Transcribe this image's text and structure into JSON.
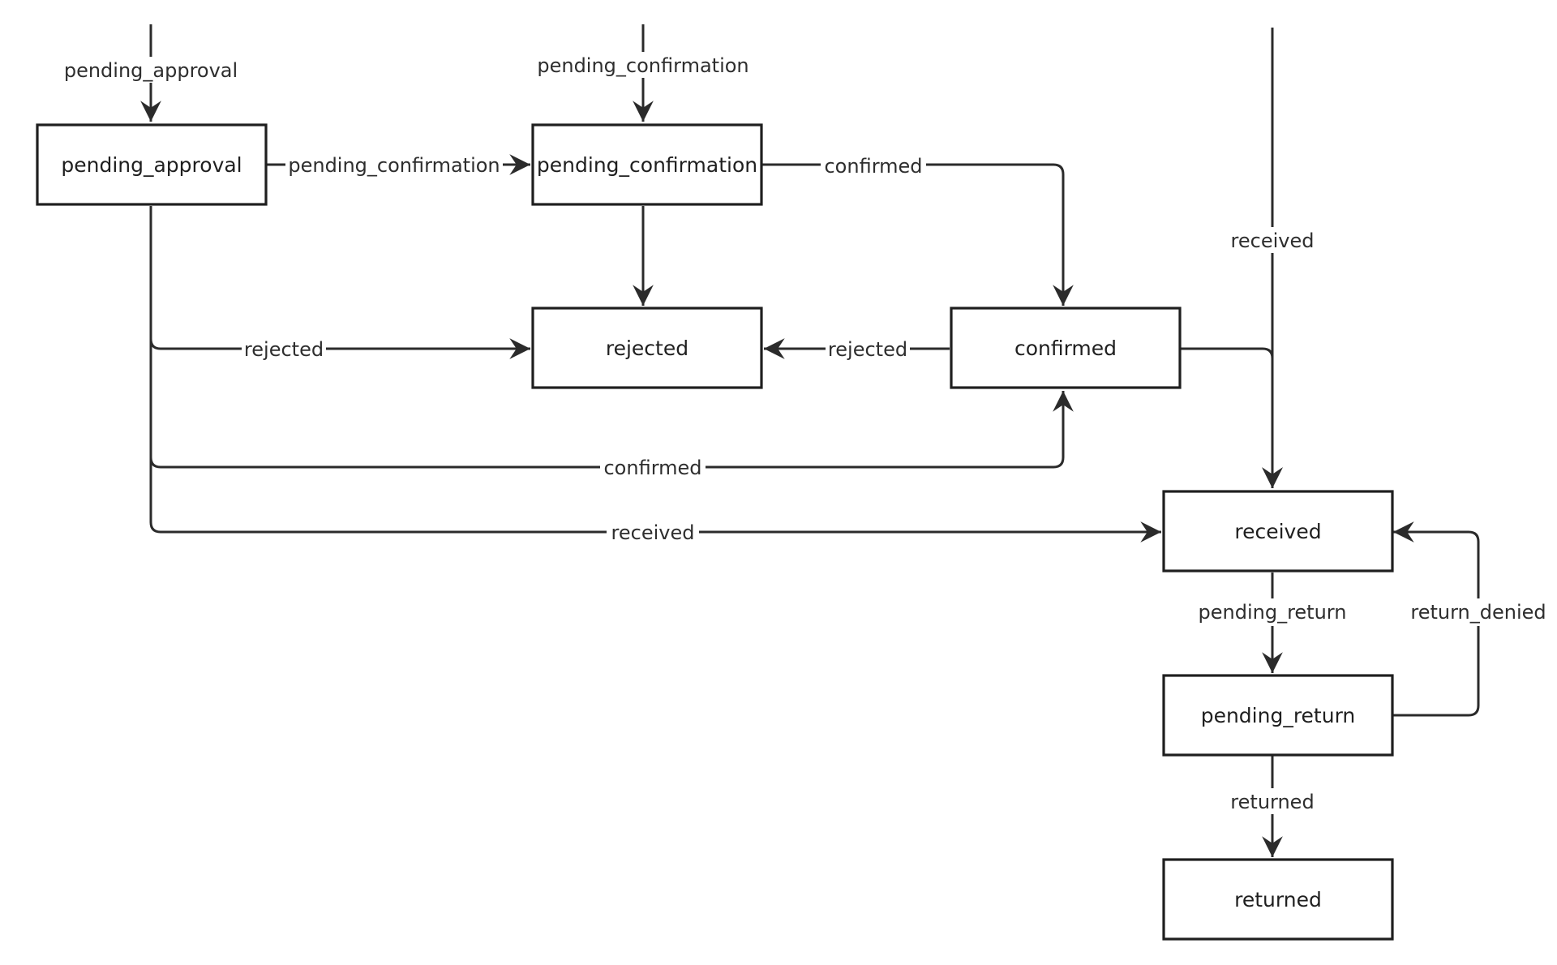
{
  "diagram": {
    "colors": {
      "background": "#ffffff",
      "stroke": "#2b2b2b",
      "text": "#1f1f1f"
    },
    "states": {
      "pending_approval": "pending_approval",
      "pending_confirmation": "pending_confirmation",
      "rejected": "rejected",
      "confirmed": "confirmed",
      "received": "received",
      "pending_return": "pending_return",
      "returned": "returned"
    },
    "transitions": {
      "entry_pending_approval": "pending_approval",
      "entry_pending_confirmation": "pending_confirmation",
      "entry_received": "received",
      "approval_to_confirmation": "pending_confirmation",
      "approval_to_rejected": "rejected",
      "approval_to_confirmed": "confirmed",
      "approval_to_received": "received",
      "confirmation_to_confirmed": "confirmed",
      "confirmed_to_rejected": "rejected",
      "received_to_pending_return": "pending_return",
      "pending_return_to_received": "return_denied",
      "pending_return_to_returned": "returned"
    }
  }
}
